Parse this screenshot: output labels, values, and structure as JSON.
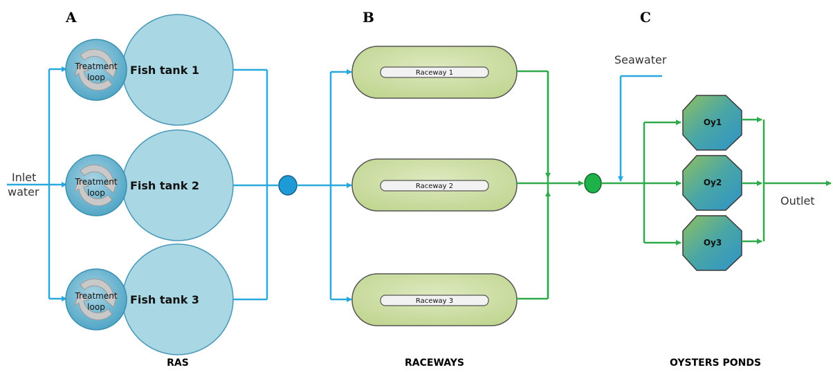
{
  "sections": {
    "a": "A",
    "b": "B",
    "c": "C"
  },
  "labels": {
    "inlet_line1": "Inlet",
    "inlet_line2": "water",
    "seawater": "Seawater",
    "outlet": "Outlet"
  },
  "ras": {
    "title": "RAS",
    "loop_line1": "Treatment",
    "loop_line2": "loop",
    "tanks": [
      "Fish tank 1",
      "Fish tank 2",
      "Fish tank 3"
    ]
  },
  "raceways": {
    "title": "RACEWAYS",
    "items": [
      "Raceway 1",
      "Raceway 2",
      "Raceway 3"
    ]
  },
  "oysters": {
    "title": "OYSTERS PONDS",
    "items": [
      "Oy1",
      "Oy2",
      "Oy3"
    ]
  },
  "colors": {
    "blue_flow": "#29a8e0",
    "green_flow": "#2eaa4a",
    "tank_fill": "#a9d7e3",
    "raceway_fill": "#cfe0a8"
  }
}
